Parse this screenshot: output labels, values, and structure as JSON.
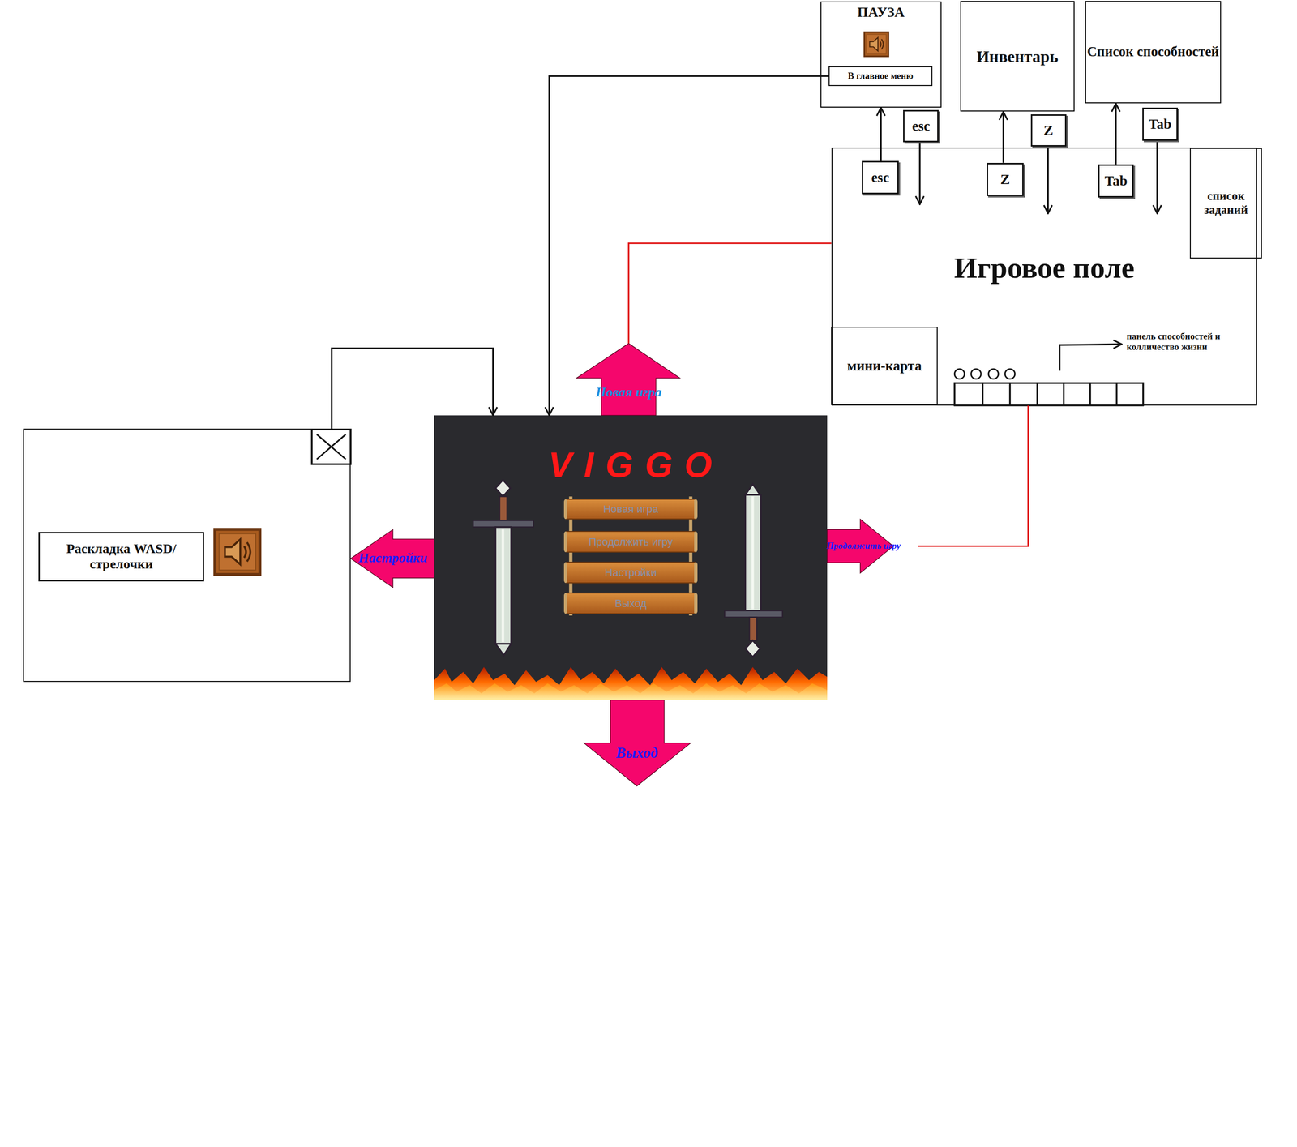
{
  "diagram": {
    "nodes": [
      {
        "text": [
          "ПАУЗА"
        ]
      },
      {
        "text": [
          "В главное меню"
        ],
        "in": 0
      },
      {
        "text": [
          "Инвентарь"
        ]
      },
      {
        "text": [
          "Список способностей"
        ]
      },
      {
        "text": [
          "esc"
        ]
      },
      {
        "text": [
          "Z"
        ]
      },
      {
        "text": [
          "Tab"
        ]
      },
      {
        "text": [
          "Игровое поле"
        ]
      },
      {
        "text": [
          "esc"
        ],
        "in": 7
      },
      {
        "text": [
          "Z"
        ],
        "in": 7
      },
      {
        "text": [
          "Tab"
        ],
        "in": 7
      },
      {
        "text": [
          "список заданий"
        ],
        "in": 7
      },
      {
        "text": [
          "мини-карта"
        ],
        "in": 7
      },
      {
        "text": [
          "V I G G O"
        ]
      },
      {
        "text": [
          "Новая игра"
        ],
        "in": 13
      },
      {
        "text": [
          "Продолжить игру"
        ],
        "in": 13
      },
      {
        "text": [
          "Настройки"
        ],
        "in": 13
      },
      {
        "text": [
          "Выход"
        ],
        "in": 13
      },
      {
        "text": []
      },
      {
        "text": [
          "Раскладка WASD/ стрелочки"
        ],
        "in": 18
      }
    ],
    "edges": [
      {
        "from": 8,
        "to": 0,
        "arrow": "to"
      },
      {
        "from": 4,
        "to": 7,
        "arrow": "to"
      },
      {
        "from": 9,
        "to": 2,
        "arrow": "to"
      },
      {
        "from": 5,
        "to": 7,
        "arrow": "to"
      },
      {
        "from": 10,
        "to": 3,
        "arrow": "to"
      },
      {
        "from": 6,
        "to": 7,
        "arrow": "to"
      },
      {
        "from": 1,
        "to": 13,
        "arrow": "to"
      },
      {
        "from": 18,
        "to": 13,
        "arrow": "to"
      },
      {
        "from": 13,
        "to": 7,
        "label": "Новая игра",
        "arrow": "to"
      },
      {
        "from": 13,
        "to": 18,
        "label": "Настройки",
        "arrow": "to"
      },
      {
        "from": 13,
        "to": 7,
        "label": "Продолжить игру",
        "arrow": "to"
      }
    ],
    "labels": [
      "панель способностей и колличество жизни",
      "Выход"
    ]
  }
}
